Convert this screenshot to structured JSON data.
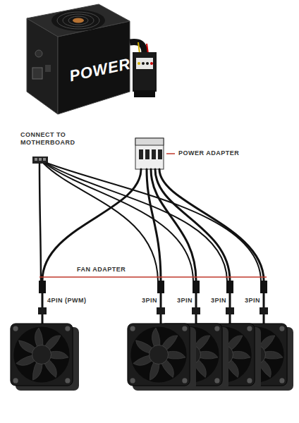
{
  "diagram": {
    "labels": [
      "POWER",
      "CONNECT TO MOTHERBOARD",
      "POWER ADAPTER",
      "FAN ADAPTER",
      "4PIN (PWM)",
      "3PIN",
      "3PIN",
      "3PIN",
      "3PIN"
    ]
  }
}
